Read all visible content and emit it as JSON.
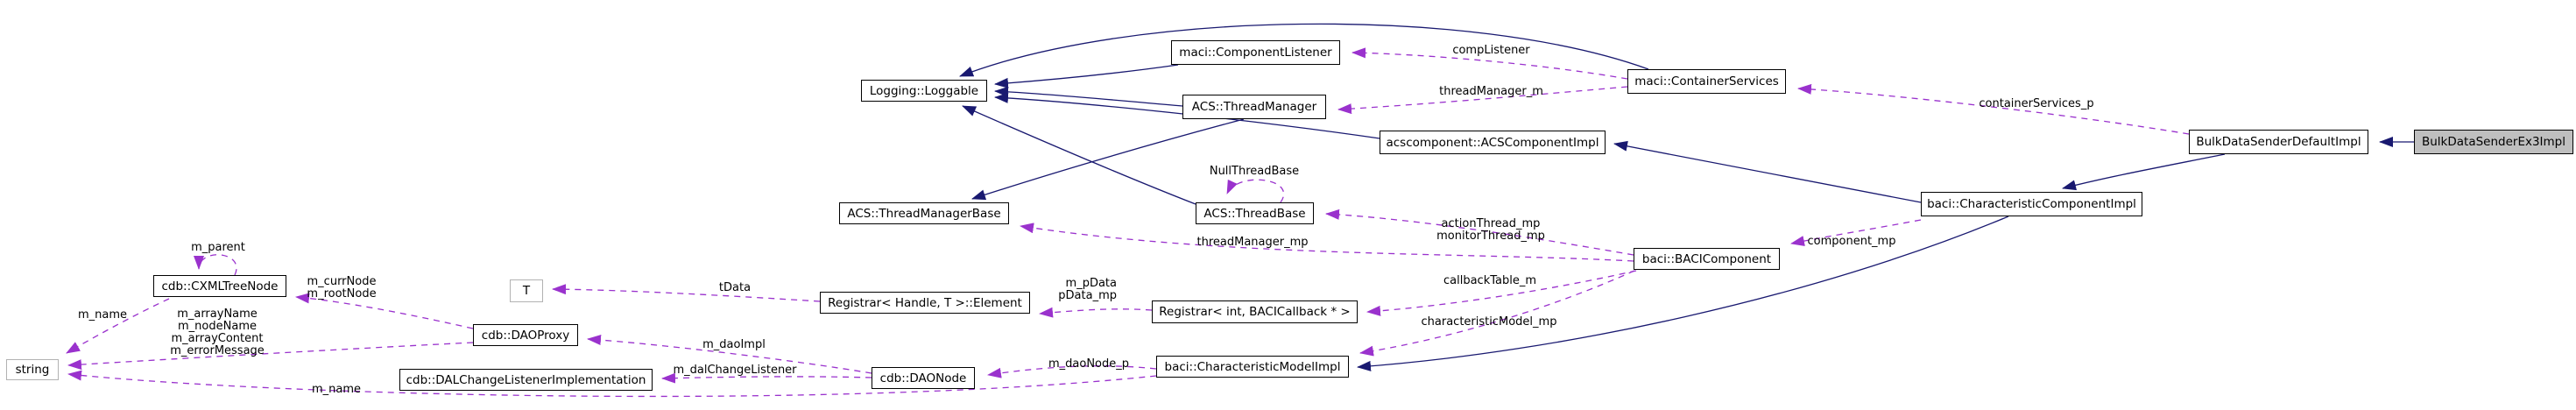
{
  "diagram_type": "collaboration-graph",
  "colors": {
    "inheritance_edge": "#191970",
    "usage_edge": "#9a32cd",
    "node_border": "#000000",
    "node_fill": "#ffffff",
    "current_node_fill": "#bfbfbf",
    "external_node_border": "#b2b2b2",
    "background": "#ffffff"
  },
  "nodes": {
    "component_listener": {
      "label": "maci::ComponentListener"
    },
    "loggable": {
      "label": "Logging::Loggable"
    },
    "thread_manager": {
      "label": "ACS::ThreadManager"
    },
    "container_services": {
      "label": "maci::ContainerServices"
    },
    "acs_component_impl": {
      "label": "acscomponent::ACSComponentImpl"
    },
    "bulk_default": {
      "label": "BulkDataSenderDefaultImpl"
    },
    "bulk_ex3": {
      "label": "BulkDataSenderEx3Impl"
    },
    "thread_base": {
      "label": "ACS::ThreadBase"
    },
    "char_component_impl": {
      "label": "baci::CharacteristicComponentImpl"
    },
    "thread_manager_base": {
      "label": "ACS::ThreadManagerBase"
    },
    "baci_component": {
      "label": "baci::BACIComponent"
    },
    "cxml_tree_node": {
      "label": "cdb::CXMLTreeNode"
    },
    "t_param": {
      "label": "T"
    },
    "registrar_element": {
      "label": "Registrar< Handle, T >::Element"
    },
    "registrar_int": {
      "label": "Registrar< int, BACICallback * >"
    },
    "dao_proxy": {
      "label": "cdb::DAOProxy"
    },
    "string": {
      "label": "string"
    },
    "dal_change_listener_impl": {
      "label": "cdb::DALChangeListenerImplementation"
    },
    "dao_node": {
      "label": "cdb::DAONode"
    },
    "char_model_impl": {
      "label": "baci::CharacteristicModelImpl"
    }
  },
  "edge_labels": {
    "comp_listener": "compListener",
    "thread_manager_m": "threadManager_m",
    "container_services_p": "containerServices_p",
    "null_thread_base": "NullThreadBase",
    "action_thread_mp": "actionThread_mp",
    "monitor_thread_mp": "monitorThread_mp",
    "component_mp": "component_mp",
    "thread_manager_mp": "threadManager_mp",
    "callback_table_m": "callbackTable_m",
    "characteristic_model_mp": "characteristicModel_mp",
    "m_pdata": "m_pData",
    "pdata_mp": "pData_mp",
    "tdata": "tData",
    "m_parent": "m_parent",
    "m_curr_node": "m_currNode",
    "m_root_node": "m_rootNode",
    "m_name_tree": "m_name",
    "m_array_name": "m_arrayName",
    "m_node_name": "m_nodeName",
    "m_array_content": "m_arrayContent",
    "m_error_message": "m_errorMessage",
    "m_dao_impl": "m_daoImpl",
    "m_dao_node_p": "m_daoNode_p",
    "m_dal_change_listener": "m_dalChangeListener",
    "m_name_model": "m_name"
  }
}
